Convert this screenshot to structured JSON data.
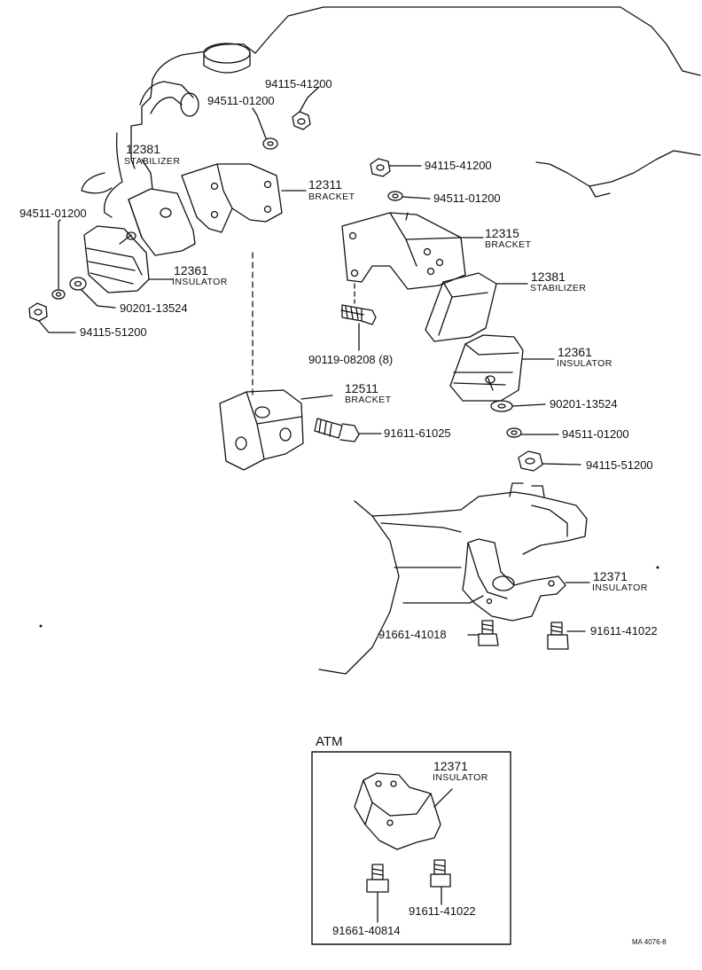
{
  "part_labels": {
    "p94115_41200_top": "94115-41200",
    "p94511_01200_top": "94511-01200",
    "p12381_left_num": "12381",
    "p12381_left_name": "STABILIZER",
    "p12311_num": "12311",
    "p12311_name": "BRACKET",
    "p94511_01200_left": "94511-01200",
    "p12361_left_num": "12361",
    "p12361_left_name": "INSULATOR",
    "p90201_13524_left": "90201-13524",
    "p94115_51200_left": "94115-51200",
    "p94115_41200_right": "94115-41200",
    "p94511_01200_right": "94511-01200",
    "p12315_num": "12315",
    "p12315_name": "BRACKET",
    "p12381_right_num": "12381",
    "p12381_right_name": "STABILIZER",
    "p90119_08208": "90119-08208 (8)",
    "p12361_right_num": "12361",
    "p12361_right_name": "INSULATOR",
    "p12511_num": "12511",
    "p12511_name": "BRACKET",
    "p90201_13524_right": "90201-13524",
    "p91611_61025": "91611-61025",
    "p94511_01200_lower": "94511-01200",
    "p94115_51200_lower": "94115-51200",
    "p12371_num": "12371",
    "p12371_name": "INSULATOR",
    "p91661_41018": "91661-41018",
    "p91611_41022": "91611-41022"
  },
  "atm_box": {
    "title": "ATM",
    "p12371_num": "12371",
    "p12371_name": "INSULATOR",
    "p91611_41022": "91611-41022",
    "p91661_40814": "91661-40814"
  },
  "drawing_code": "MA 4076-8"
}
